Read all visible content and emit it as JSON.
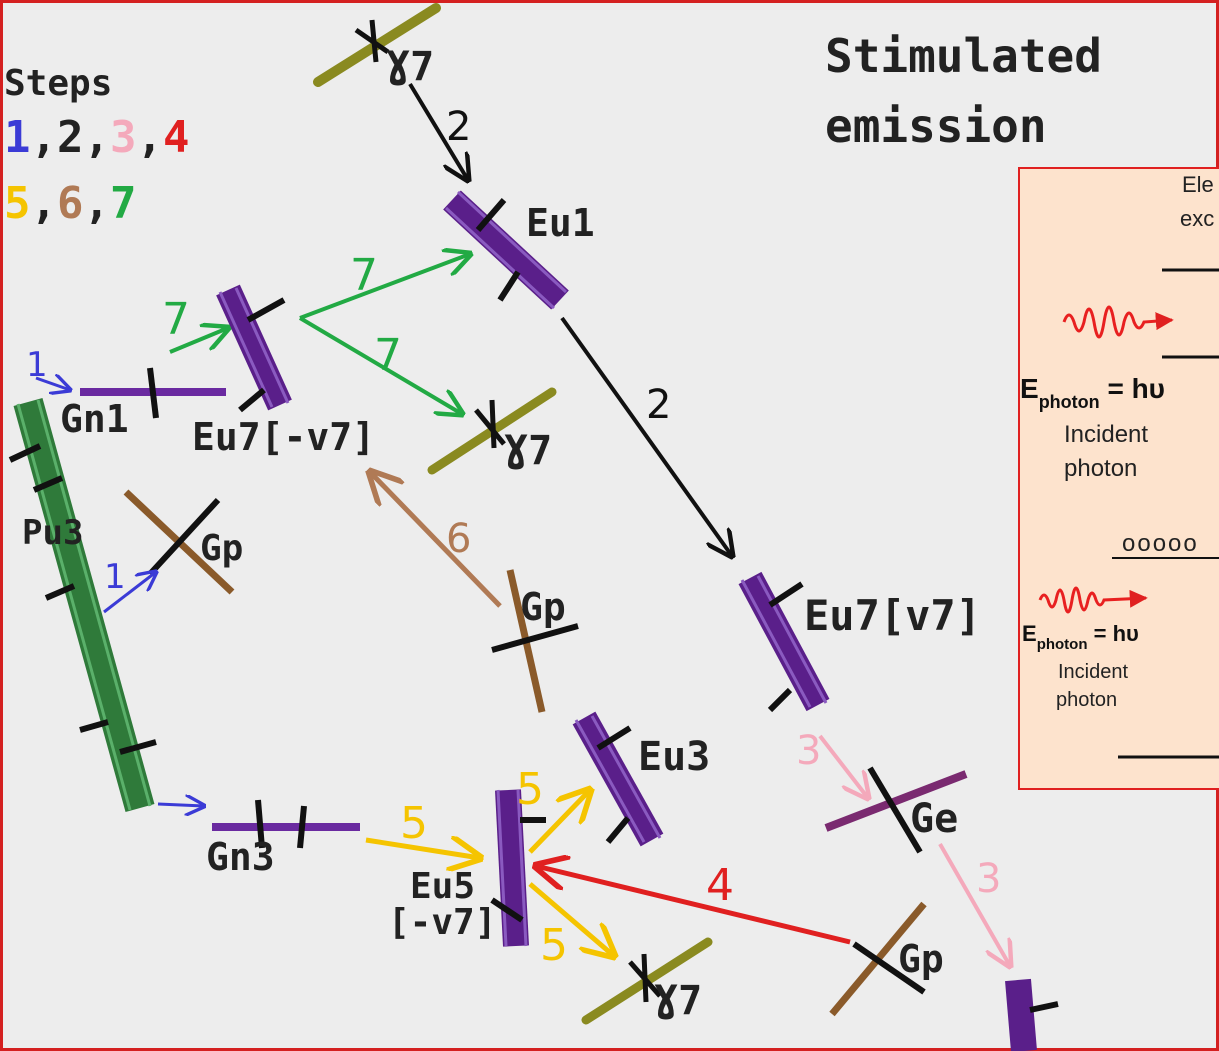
{
  "title": {
    "line1": "Stimulated",
    "line2": "emission"
  },
  "legend": {
    "heading": "Steps",
    "row1": [
      {
        "text": "1",
        "color": "#3b3bd6"
      },
      {
        "text": ",",
        "color": "#222222"
      },
      {
        "text": "2",
        "color": "#222222"
      },
      {
        "text": ",",
        "color": "#222222"
      },
      {
        "text": "3",
        "color": "#f4a9bb"
      },
      {
        "text": ",",
        "color": "#222222"
      },
      {
        "text": "4",
        "color": "#e02020"
      }
    ],
    "row2": [
      {
        "text": "5",
        "color": "#f5c400"
      },
      {
        "text": ",",
        "color": "#222222"
      },
      {
        "text": "6",
        "color": "#b07a55"
      },
      {
        "text": ",",
        "color": "#222222"
      },
      {
        "text": "7",
        "color": "#22aa44"
      }
    ]
  },
  "nodes": {
    "y7_top": "Ɣ7",
    "eu1": "Eu1",
    "gn1": "Gn1",
    "eu7_neg": "Eu7[-v7]",
    "y7_mid": "Ɣ7",
    "pu3": "Pu3",
    "gp_left": "Gp",
    "gp_mid": "Gp",
    "eu7_pos": "Eu7[v7]",
    "eu3": "Eu3",
    "gn3": "Gn3",
    "eu5_line1": "Eu5",
    "eu5_line2": "[-v7]",
    "ge": "Ge",
    "gp_bottom": "Gp",
    "y7_bottom": "Ɣ7"
  },
  "arrow_labels": {
    "a2_top": "2",
    "a2_right": "2",
    "a7_a": "7",
    "a7_b": "7",
    "a7_c": "7",
    "a1_gn1": "1",
    "a1_gp": "1",
    "a6": "6",
    "a3_a": "3",
    "a3_b": "3",
    "a4": "4",
    "a5_in": "5",
    "a5_up": "5",
    "a5_down": "5"
  },
  "inset": {
    "top_text_1": "Ele",
    "top_text_2": "exc",
    "photon1_E": "E",
    "photon1_sub": "photon",
    "photon1_eq": " = hυ",
    "photon1_caption_1": "Incident",
    "photon1_caption_2": "photon",
    "dots": "ooooo",
    "photon2_E": "E",
    "photon2_sub": "photon",
    "photon2_eq": " = hυ",
    "photon2_caption_1": "Incident",
    "photon2_caption_2": "photon"
  },
  "colors": {
    "step1": "#3b3bd6",
    "step2": "#111111",
    "step3": "#f4a9bb",
    "step4": "#e02020",
    "step5": "#f5c400",
    "step6": "#b07a55",
    "step7": "#22aa44",
    "purple": "#5a1f8a",
    "olive": "#8a8a20",
    "green": "#2f7a3a",
    "brown": "#8a5a2a",
    "inset_bg": "#fde3cd",
    "inset_border": "#e02020",
    "frame": "#d42020",
    "canvas_bg": "#ededed"
  }
}
